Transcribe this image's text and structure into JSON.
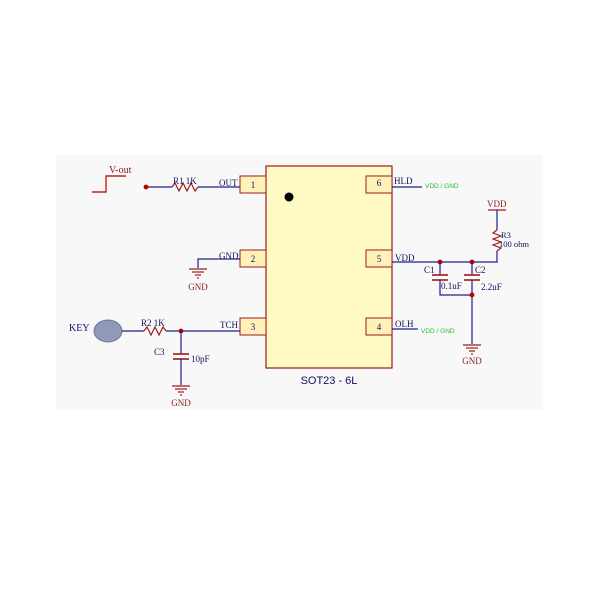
{
  "colors": {
    "background": "#ffffff",
    "panel": "#f8f8f8",
    "wire": "#1e1e8c",
    "junction": "#c00000",
    "component": "#9b1c1c",
    "chip_fill": "#fff9c4",
    "chip_border": "#9b1c1c",
    "pin_fill": "#fff1b8",
    "power_label": "#2db82d",
    "text_dark": "#101060",
    "text_red": "#8b1a1a",
    "key_fill": "#8f9ab8"
  },
  "ic": {
    "part_label": "SOT23 - 6L",
    "pins": [
      {
        "number": "1",
        "name": "OUT"
      },
      {
        "number": "2",
        "name": "GND"
      },
      {
        "number": "3",
        "name": "TCH"
      },
      {
        "number": "4",
        "name": "OLH"
      },
      {
        "number": "5",
        "name": "VDD"
      },
      {
        "number": "6",
        "name": "HLD"
      }
    ]
  },
  "labels": {
    "v_out": "V-out",
    "key": "KEY",
    "r1": "R1  1K",
    "r2": "R2  1K",
    "r3_ref": "R3",
    "r3_val": "100 ohm",
    "c1_ref": "C1",
    "c1_val": "0.1uF",
    "c2_ref": "C2",
    "c2_val": "2.2uF",
    "c3_ref": "C3",
    "c3_val": "10pF",
    "vdd_rail": "VDD",
    "gnd": "GND",
    "vdd_or_gnd": "VDD / GND"
  }
}
